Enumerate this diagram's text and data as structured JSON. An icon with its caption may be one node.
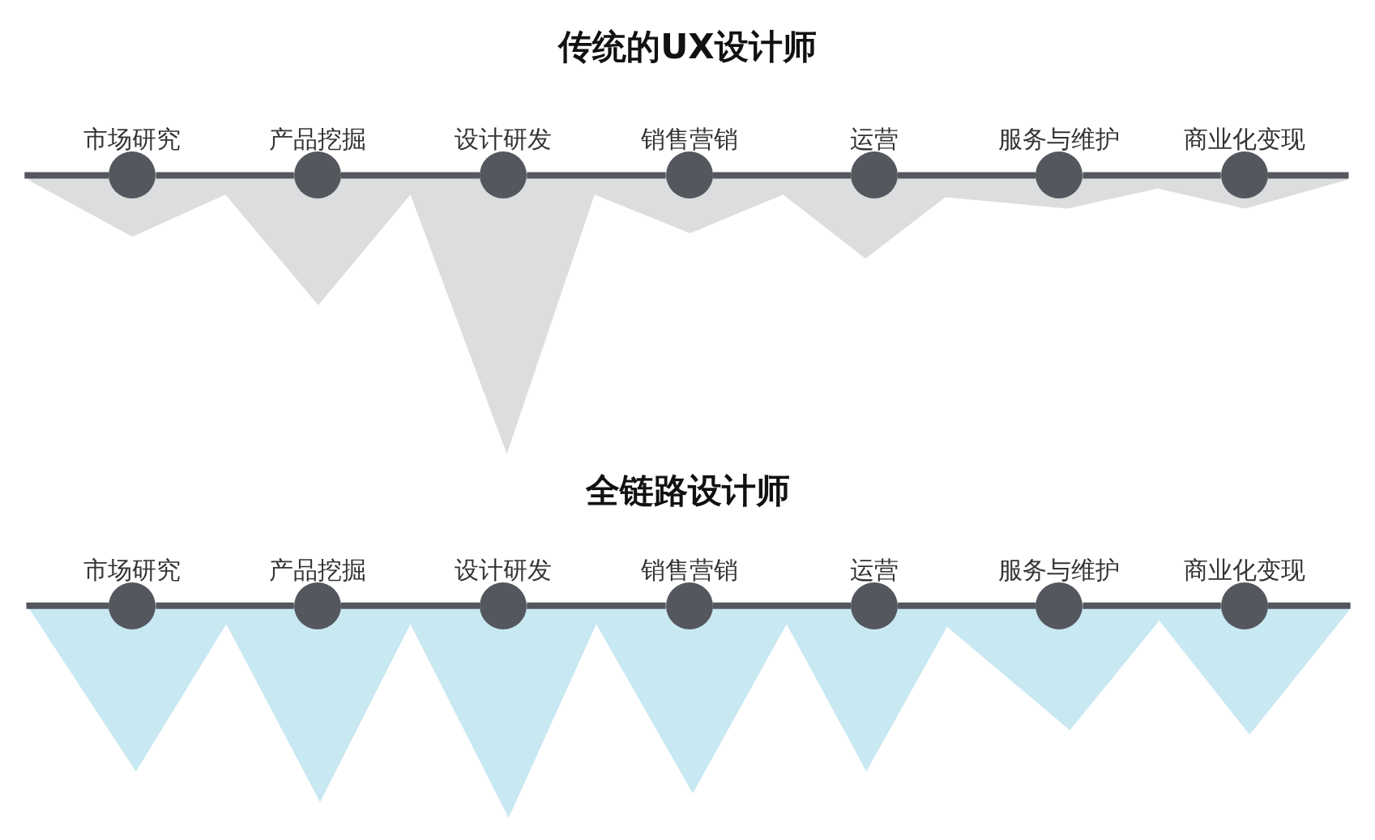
{
  "diagram": {
    "title": "传统的UX设计师",
    "nodes": [
      {
        "text": [
          "市场研究"
        ]
      },
      {
        "text": [
          "产品挖掘"
        ]
      },
      {
        "text": [
          "设计研发"
        ]
      },
      {
        "text": [
          "销售营销"
        ]
      },
      {
        "text": [
          "运营"
        ]
      },
      {
        "text": [
          "服务与维护"
        ]
      },
      {
        "text": [
          "商业化变现"
        ]
      },
      {
        "text": [
          "市场研究"
        ]
      },
      {
        "text": [
          "产品挖掘"
        ]
      },
      {
        "text": [
          "设计研发"
        ]
      },
      {
        "text": [
          "销售营销"
        ]
      },
      {
        "text": [
          "运营"
        ]
      },
      {
        "text": [
          "服务与维护"
        ]
      },
      {
        "text": [
          "商业化变现"
        ]
      }
    ],
    "edges": [
      {
        "from": 0,
        "to": 1,
        "arrow": "none"
      },
      {
        "from": 1,
        "to": 2,
        "arrow": "none"
      },
      {
        "from": 2,
        "to": 3,
        "arrow": "none"
      },
      {
        "from": 3,
        "to": 4,
        "arrow": "none"
      },
      {
        "from": 4,
        "to": 5,
        "arrow": "none"
      },
      {
        "from": 5,
        "to": 6,
        "arrow": "none"
      },
      {
        "from": 7,
        "to": 8,
        "arrow": "none"
      },
      {
        "from": 8,
        "to": 9,
        "arrow": "none"
      },
      {
        "from": 9,
        "to": 10,
        "arrow": "none"
      },
      {
        "from": 10,
        "to": 11,
        "arrow": "none"
      },
      {
        "from": 11,
        "to": 12,
        "arrow": "none"
      },
      {
        "from": 12,
        "to": 13,
        "arrow": "none"
      }
    ],
    "labels": [
      "全链路设计师"
    ]
  }
}
